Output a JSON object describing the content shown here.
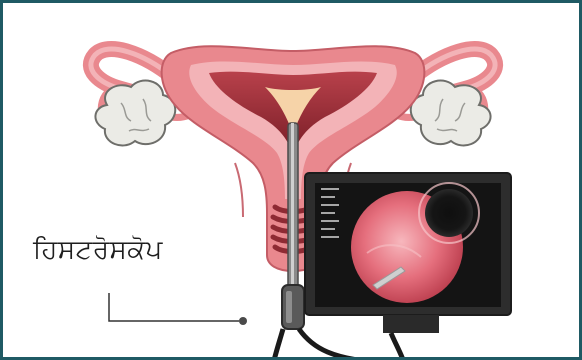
{
  "diagram": {
    "label_text": "ਹਿਸਟਰੋਸਕੋਪ",
    "colors": {
      "frame": "#1f5a64",
      "uterus_outer": "#e9888e",
      "uterus_inner": "#f3b3b7",
      "cavity_dark": "#9a2b33",
      "ovary": "#ebebe6",
      "monitor": "#2d2d2d",
      "screen_view": "#e06b78"
    },
    "icons": [
      "uterus-illustration",
      "ovary-left",
      "ovary-right",
      "hysteroscope-instrument",
      "monitor",
      "endoscopic-view"
    ]
  }
}
